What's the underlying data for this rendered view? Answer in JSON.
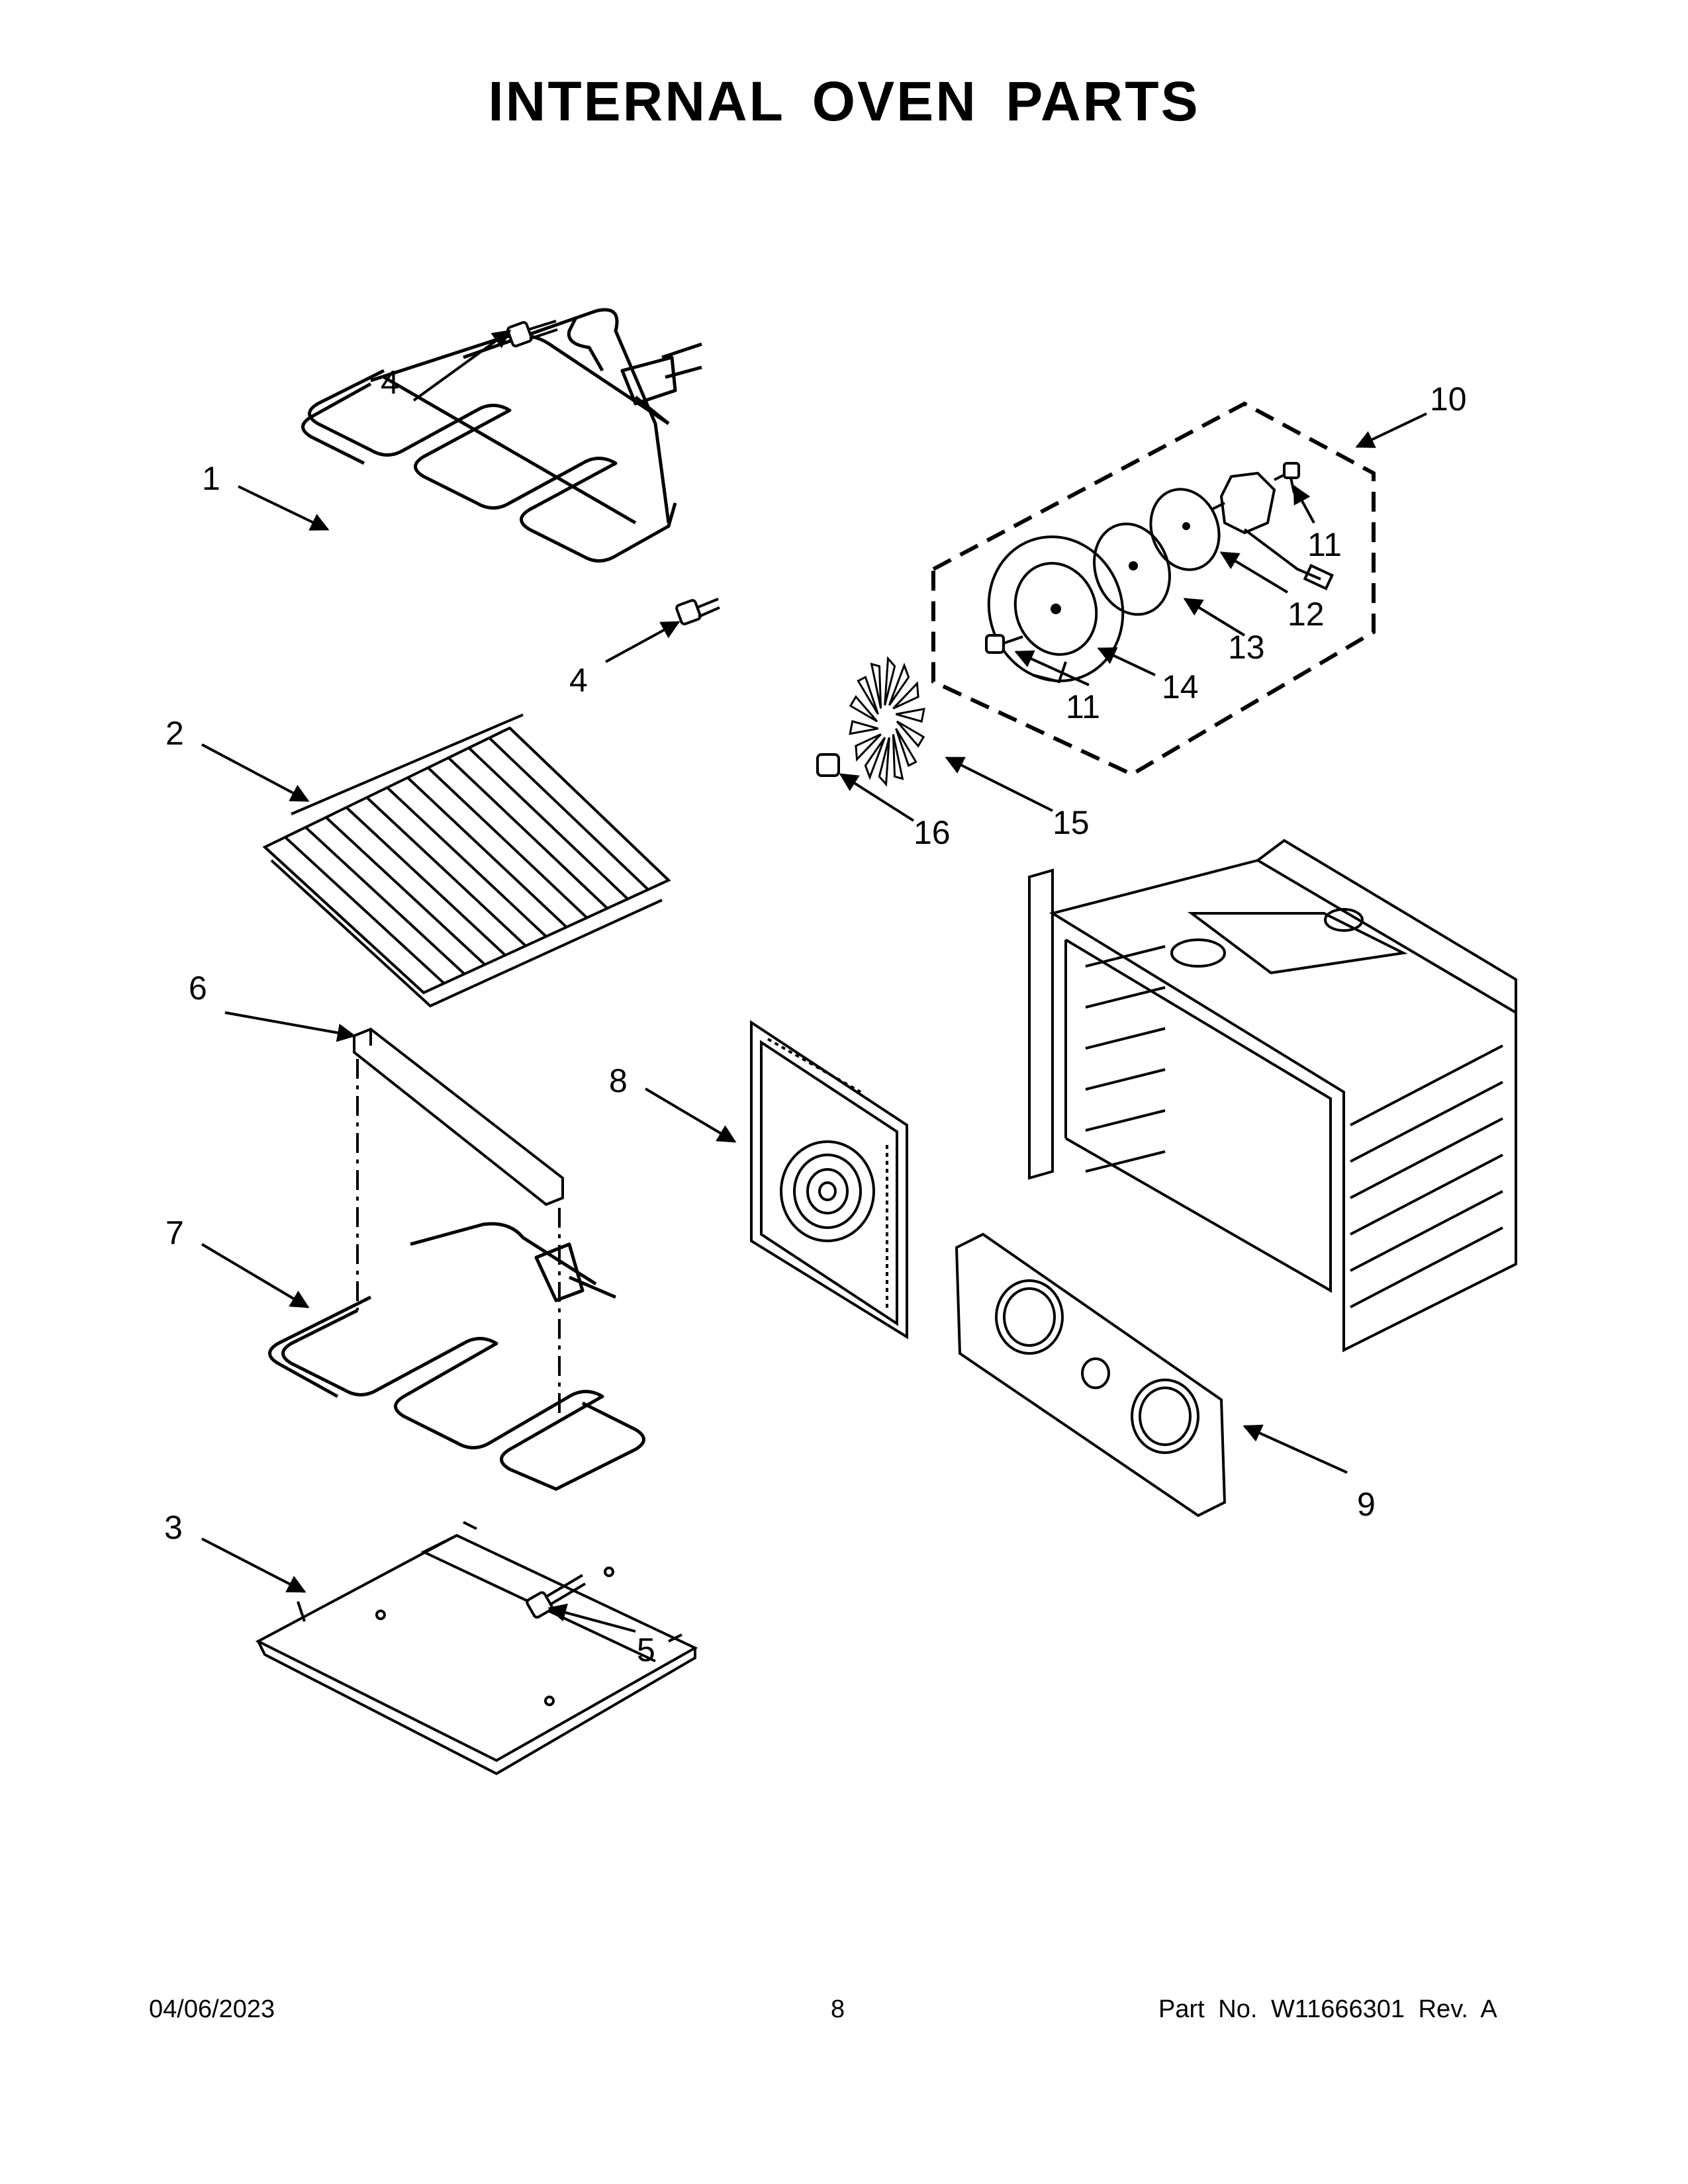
{
  "page": {
    "title": "INTERNAL OVEN PARTS",
    "footer": {
      "date": "04/06/2023",
      "page_number": "8",
      "part_number": "Part No.  W11666301  Rev.  A"
    }
  },
  "callouts": {
    "c1": "1",
    "c2": "2",
    "c3": "3",
    "c4a": "4",
    "c4b": "4",
    "c5": "5",
    "c6": "6",
    "c7": "7",
    "c8": "8",
    "c9": "9",
    "c10": "10",
    "c11a": "11",
    "c11b": "11",
    "c12": "12",
    "c13": "13",
    "c14": "14",
    "c15": "15",
    "c16": "16"
  }
}
